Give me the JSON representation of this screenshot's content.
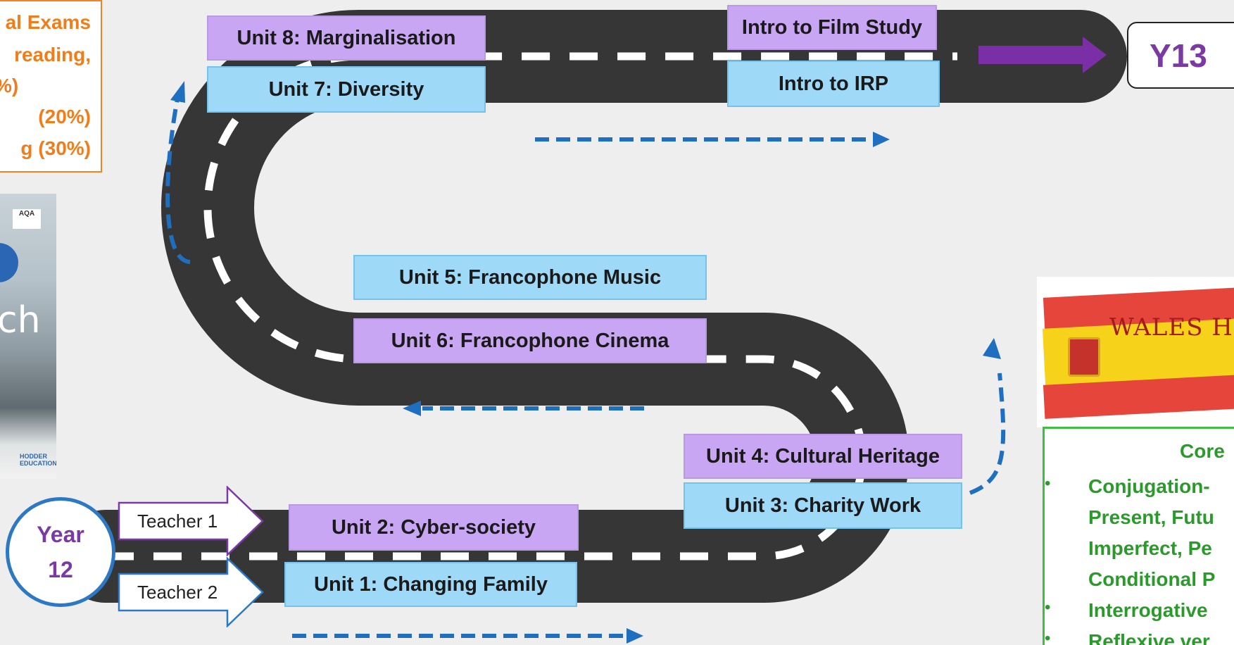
{
  "exam_box": {
    "lines": [
      "al Exams",
      "reading,",
      "%)",
      "(20%)",
      "g (30%)"
    ]
  },
  "book": {
    "badge": "AQA",
    "title_fragment": "ch",
    "publisher": "HODDER EDUCATION"
  },
  "year_badge": {
    "line1": "Year",
    "line2": "12"
  },
  "teachers": [
    "Teacher 1",
    "Teacher 2"
  ],
  "units": {
    "u1": "Unit 1: Changing Family",
    "u2": "Unit 2: Cyber-society",
    "u3": "Unit 3: Charity Work",
    "u4": "Unit 4: Cultural Heritage",
    "u5": "Unit 5: Francophone Music",
    "u6": "Unit 6: Francophone Cinema",
    "u7": "Unit 7: Diversity",
    "u8": "Unit 8: Marginalisation",
    "film": "Intro to Film Study",
    "irp": "Intro to IRP"
  },
  "y13": "Y13",
  "school_banner": "WALES HIGH",
  "core": {
    "title": "Core",
    "lines": [
      "Conjugation-",
      "Present, Futu",
      "Imperfect, Pe",
      "Conditional P",
      "Interrogative",
      "Reflexive ver"
    ]
  },
  "colors": {
    "road": "#363636",
    "dash": "#ffffff",
    "unit_purple": "#c9a6f3",
    "unit_blue": "#9fd9f8",
    "flow_arrow": "#1e6fc0",
    "y13_arrow": "#7b2fa6",
    "exam_text": "#f07d1a",
    "core_text": "#2a9a2a"
  }
}
